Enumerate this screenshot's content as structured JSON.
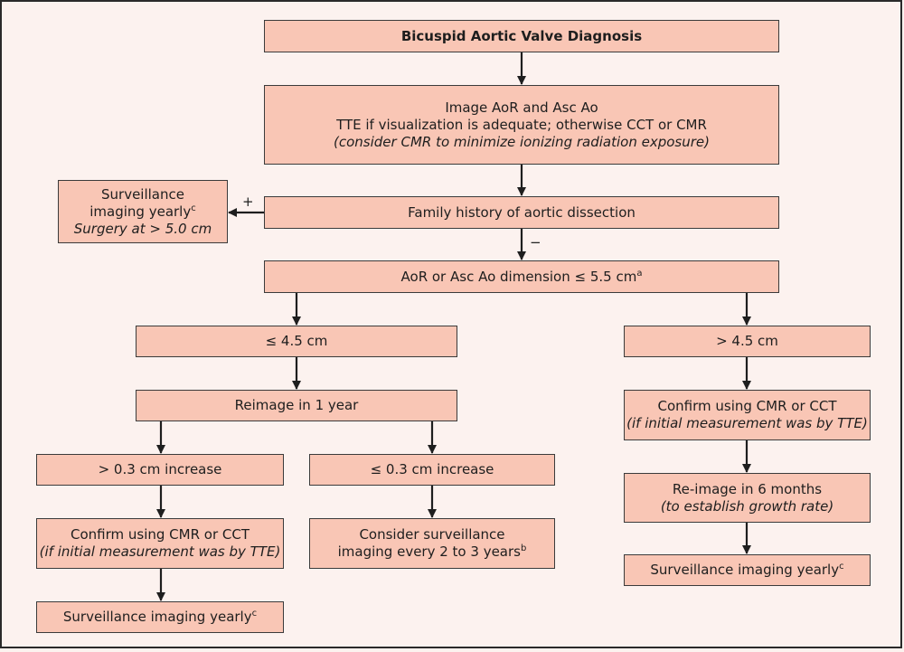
{
  "nodes": {
    "diagnosis": {
      "text": "Bicuspid Aortic Valve Diagnosis"
    },
    "image": {
      "line1": "Image AoR and Asc Ao",
      "line2": "TTE if visualization is adequate; otherwise CCT or CMR",
      "line3": "(consider CMR to minimize ionizing radiation exposure)"
    },
    "family_history": {
      "text": "Family history of aortic dissection"
    },
    "surveillance_left": {
      "line1": "Surveillance",
      "line2": "imaging yearly",
      "line2_sup": "c",
      "line3": "Surgery at > 5.0 cm"
    },
    "dimension": {
      "text": "AoR or Asc Ao dimension ≤ 5.5 cm",
      "sup": "a"
    },
    "le45": {
      "text": "≤ 4.5 cm"
    },
    "gt45": {
      "text": "> 4.5 cm"
    },
    "reimage1y": {
      "text": "Reimage in 1 year"
    },
    "confirm_right": {
      "line1": "Confirm using CMR or CCT",
      "line2": "(if initial measurement was by TTE)"
    },
    "gt03": {
      "text": "> 0.3 cm increase"
    },
    "le03": {
      "text": "≤ 0.3 cm increase"
    },
    "reimage6m": {
      "line1": "Re-image in 6 months",
      "line2": "(to establish growth rate)"
    },
    "confirm_left": {
      "line1": "Confirm using CMR or CCT",
      "line2": "(if initial measurement was by TTE)"
    },
    "consider": {
      "line1": "Consider surveillance",
      "line2": "imaging every 2 to 3 years",
      "line2_sup": "b"
    },
    "surveillance_right": {
      "text": "Surveillance imaging yearly",
      "sup": "c"
    },
    "surveillance_bottom": {
      "text": "Surveillance imaging yearly",
      "sup": "c"
    }
  },
  "edge_labels": {
    "plus": "+",
    "minus": "−"
  },
  "colors": {
    "box_fill": "#f9c6b5",
    "background": "#fcf2ef",
    "arrow": "#1e1e1e"
  }
}
